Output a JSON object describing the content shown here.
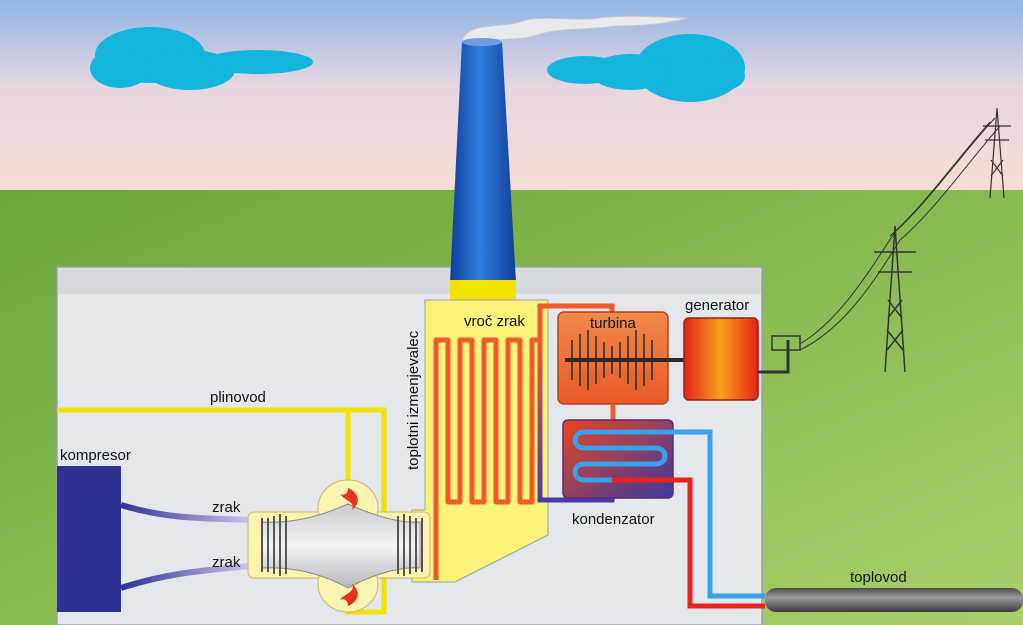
{
  "labels": {
    "chimney_label": "",
    "hot_air": "vroč zrak",
    "heat_exchanger": "toplotni izmenjevalec",
    "turbine": "turbina",
    "generator": "generator",
    "condenser": "kondenzator",
    "gas_pipeline": "plinovod",
    "compressor": "kompresor",
    "air_upper": "zrak",
    "air_lower": "zrak",
    "district_heating": "toplovod"
  },
  "colors": {
    "sky_top": "#8fb7e6",
    "sky_bottom": "#f6dcd6",
    "grass": "#7db84a",
    "building": "#e6e8ec",
    "chimney": "#1f5fc4",
    "gas_line": "#f2e200",
    "exchanger_fill": "#fbf27a",
    "hot_pipe": "#ef5a2a",
    "cold_pipe": "#3aa0e8",
    "turbine": "#f0672c",
    "generator": "#e8321e",
    "compressor": "#2e3192",
    "cloud": "#13b5dc",
    "steam_pipe": "#2e3192"
  },
  "icons": {
    "chimney": "chimney-icon",
    "cloud": "cloud-icon",
    "pylon": "power-pylon-icon",
    "flame": "flame-icon"
  }
}
